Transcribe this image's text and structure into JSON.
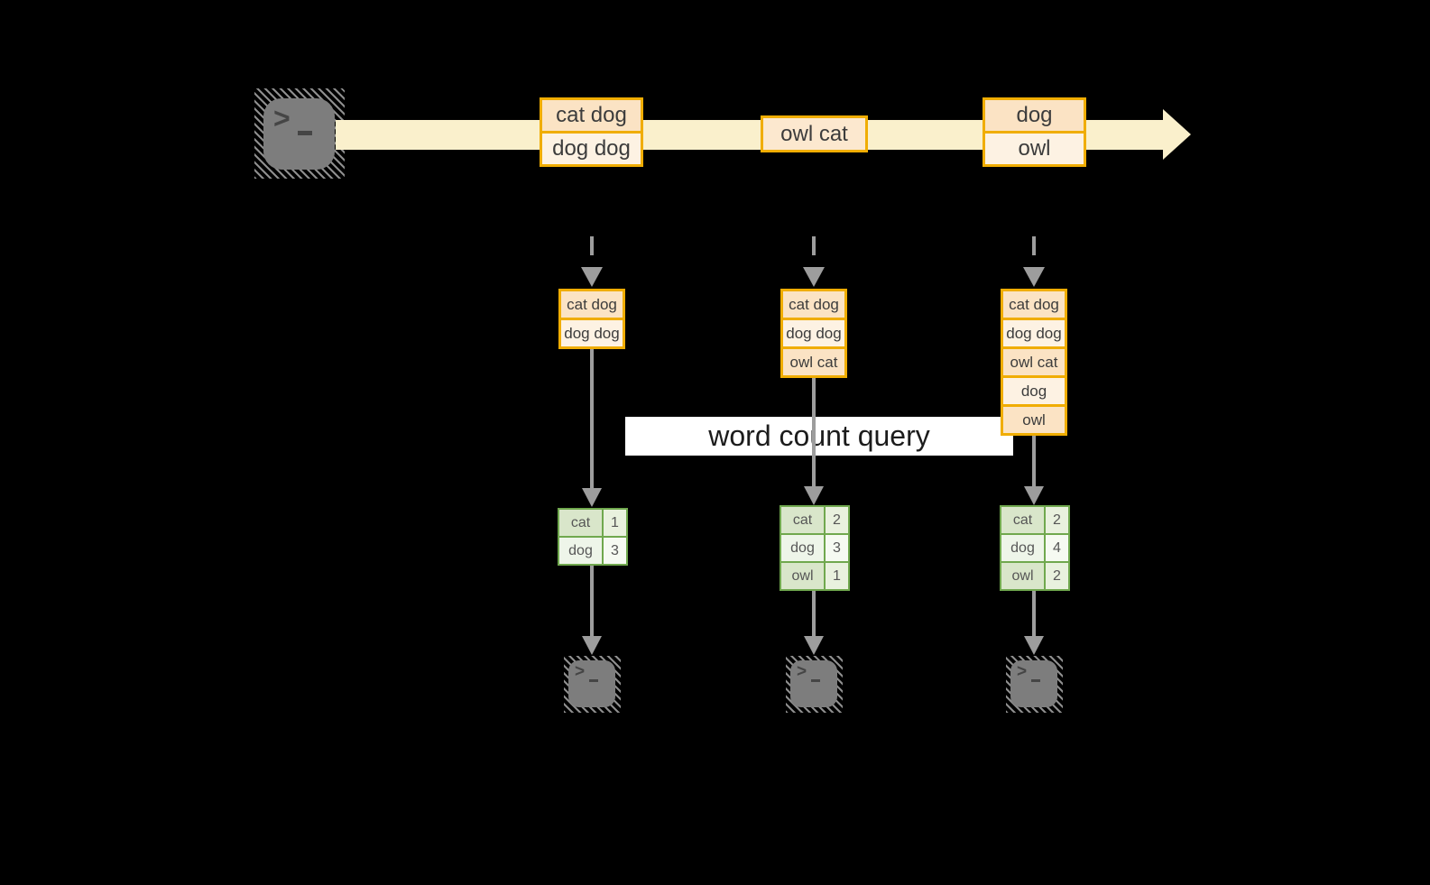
{
  "colors": {
    "accent_orange": "#f0ad02",
    "peach_dark": "#fbe3c4",
    "peach_light": "#fdf2e3",
    "peach_mid": "#fce8cf",
    "stream_band": "#faf0cc",
    "green_border": "#70a84e",
    "green_cell_dark": "#d9e6ca",
    "green_cell_light": "#eef5e9",
    "arrow_gray": "#9d9d9d",
    "terminal_gray": "#7d7d7d",
    "banner_bg": "#ffffff"
  },
  "terminal": {
    "chevron": ">"
  },
  "stream_events": [
    {
      "rows": [
        "cat dog",
        "dog dog"
      ]
    },
    {
      "rows": [
        "owl cat"
      ]
    },
    {
      "rows": [
        "dog",
        "owl"
      ]
    }
  ],
  "query_banner": {
    "label": "word count query"
  },
  "tasks": [
    {
      "buffer": [
        "cat dog",
        "dog dog"
      ],
      "counts": [
        {
          "word": "cat",
          "count": "1"
        },
        {
          "word": "dog",
          "count": "3"
        }
      ]
    },
    {
      "buffer": [
        "cat dog",
        "dog dog",
        "owl cat"
      ],
      "counts": [
        {
          "word": "cat",
          "count": "2"
        },
        {
          "word": "dog",
          "count": "3"
        },
        {
          "word": "owl",
          "count": "1"
        }
      ]
    },
    {
      "buffer": [
        "cat dog",
        "dog dog",
        "owl cat",
        "dog",
        "owl"
      ],
      "counts": [
        {
          "word": "cat",
          "count": "2"
        },
        {
          "word": "dog",
          "count": "4"
        },
        {
          "word": "owl",
          "count": "2"
        }
      ]
    }
  ]
}
